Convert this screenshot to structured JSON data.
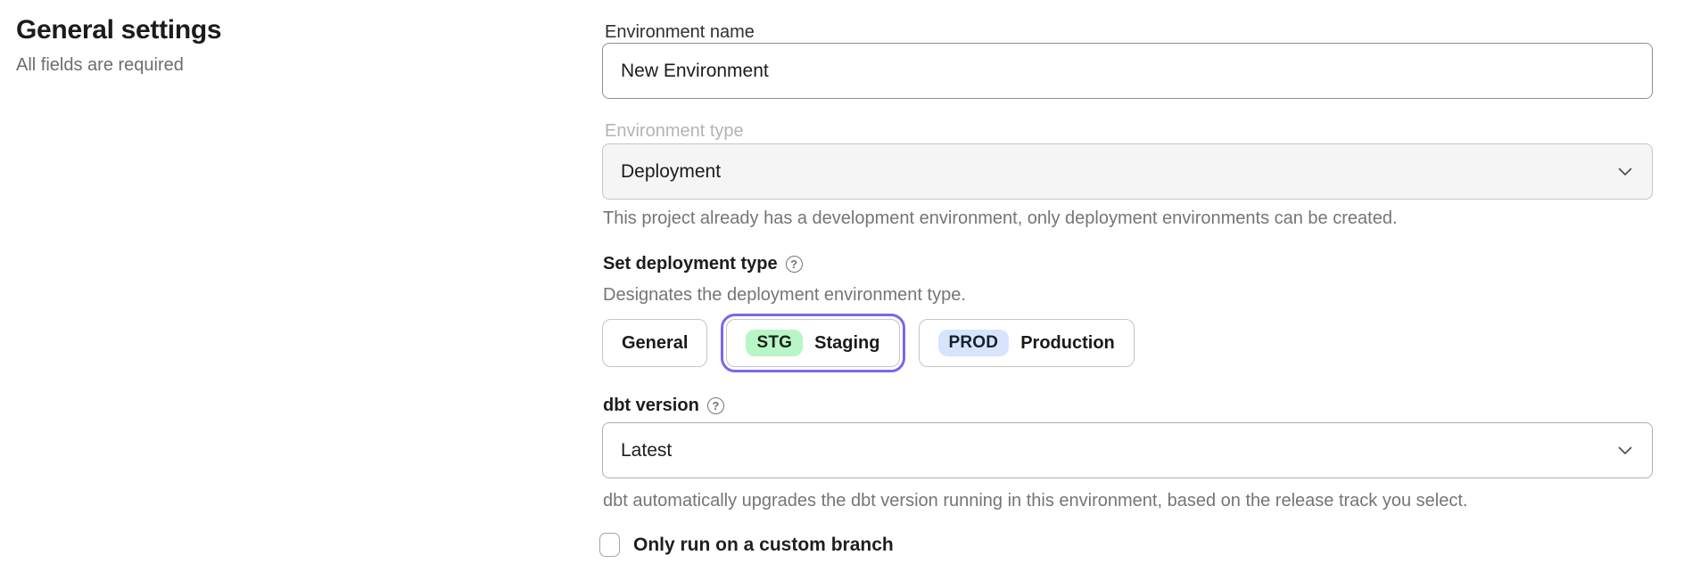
{
  "page": {
    "title": "General settings",
    "subtitle": "All fields are required"
  },
  "form": {
    "environment_name": {
      "label": "Environment name",
      "value": "New Environment"
    },
    "environment_type": {
      "label": "Environment type",
      "value": "Deployment",
      "disabled": true,
      "helper": "This project already has a development environment, only deployment environments can be created."
    },
    "deployment_type": {
      "label": "Set deployment type",
      "description": "Designates the deployment environment type.",
      "selected": "staging",
      "options": [
        {
          "id": "general",
          "label": "General"
        },
        {
          "id": "staging",
          "label": "Staging",
          "badge": "STG",
          "badge_color": "#b9f6c7"
        },
        {
          "id": "production",
          "label": "Production",
          "badge": "PROD",
          "badge_color": "#d7e5fc"
        }
      ]
    },
    "dbt_version": {
      "label": "dbt version",
      "value": "Latest",
      "helper": "dbt automatically upgrades the dbt version running in this environment, based on the release track you select."
    },
    "custom_branch": {
      "label": "Only run on a custom branch",
      "checked": false
    }
  },
  "icons": {
    "help_glyph": "?"
  },
  "colors": {
    "accent": "#7e64ee",
    "staging_badge": "#b9f6c7",
    "production_badge": "#d7e5fc",
    "disabled_field_bg": "#f5f5f6"
  }
}
